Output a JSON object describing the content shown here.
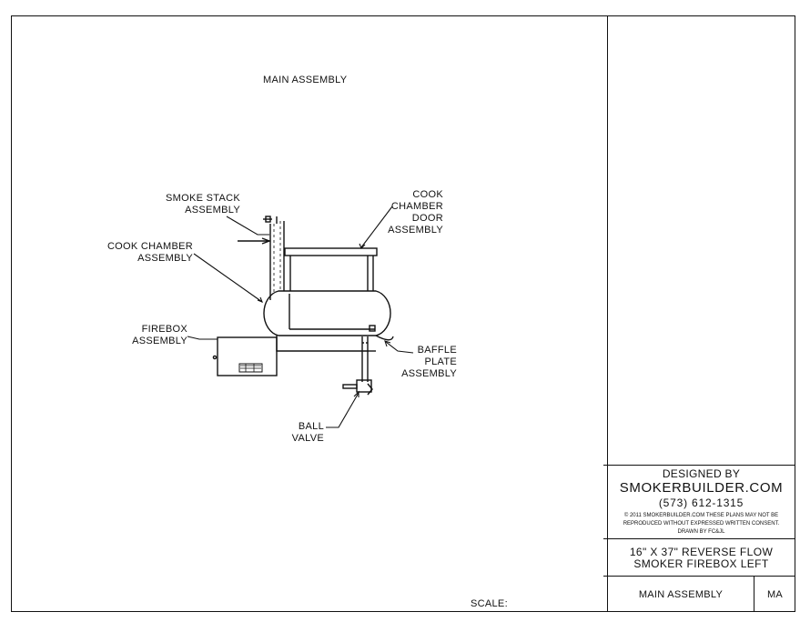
{
  "drawing": {
    "title": "MAIN ASSEMBLY",
    "labels": {
      "smoke_stack": [
        "SMOKE STACK",
        "ASSEMBLY"
      ],
      "cook_chamber_door": [
        "COOK",
        "CHAMBER",
        "DOOR",
        "ASSEMBLY"
      ],
      "cook_chamber": [
        "COOK CHAMBER",
        "ASSEMBLY"
      ],
      "firebox": [
        "FIREBOX",
        "ASSEMBLY"
      ],
      "baffle_plate": [
        "BAFFLE",
        "PLATE",
        "ASSEMBLY"
      ],
      "ball_valve": [
        "BALL",
        "VALVE"
      ]
    },
    "scale_label": "SCALE:"
  },
  "title_block": {
    "designed_by": "DESIGNED BY",
    "company": "SMOKERBUILDER.COM",
    "phone": "(573) 612-1315",
    "copyright_lines": [
      "© 2011 SMOKERBUILDER.COM THESE PLANS MAY NOT BE",
      "REPRODUCED WITHOUT EXPRESSED WRITTEN CONSENT.",
      "DRAWN BY FC&JL"
    ],
    "project_lines": [
      "16\" X 37\" REVERSE FLOW",
      "SMOKER FIREBOX LEFT"
    ],
    "sheet_name": "MAIN ASSEMBLY",
    "sheet_code": "MA"
  }
}
